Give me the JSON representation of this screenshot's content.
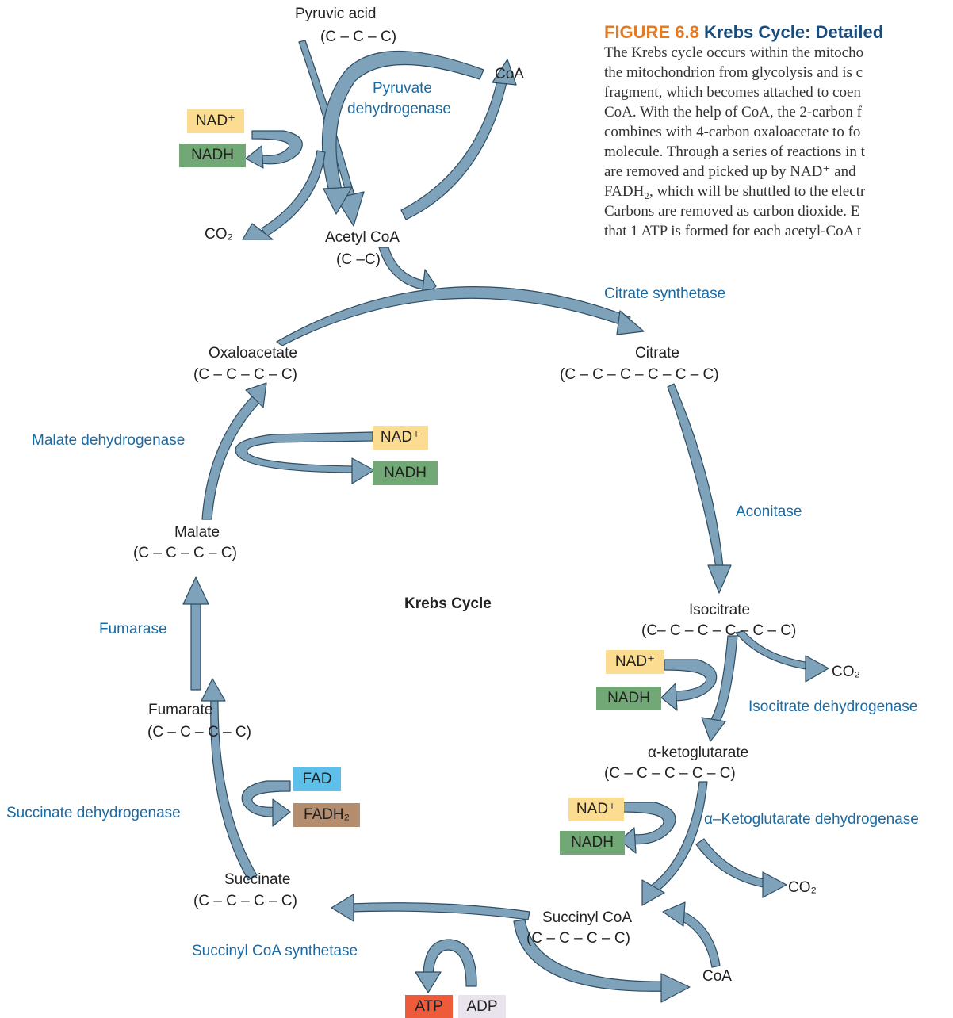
{
  "figure": {
    "number": "FIGURE 6.8",
    "title": "Krebs Cycle: Detailed",
    "caption_lines": [
      "The Krebs cycle occurs within the mitocho",
      "the mitochondrion from glycolysis and is c",
      "fragment, which becomes attached to coen",
      "CoA. With the help of CoA, the 2-carbon f",
      "combines with 4-carbon oxaloacetate to fo",
      "molecule. Through a series of reactions in t",
      "are removed and picked up by NAD⁺ and",
      "FADH₂, which will be shuttled to the electr",
      "Carbons are removed as carbon dioxide. E",
      "that 1 ATP is formed for each acetyl-CoA t"
    ]
  },
  "center_label": "Krebs Cycle",
  "molecules": {
    "pyruvic": {
      "name": "Pyruvic acid",
      "formula": "(C – C – C)"
    },
    "acetyl": {
      "name": "Acetyl CoA",
      "formula": "(C –C)"
    },
    "coa_top": {
      "name": "CoA"
    },
    "co2_top": {
      "name": "CO₂"
    },
    "citrate": {
      "name": "Citrate",
      "formula": "(C – C – C – C – C – C)"
    },
    "isocitrate": {
      "name": "Isocitrate",
      "formula": "(C– C – C – C – C – C)"
    },
    "co2_iso": {
      "name": "CO₂"
    },
    "akg": {
      "name": "α-ketoglutarate",
      "formula": "(C – C – C – C – C)"
    },
    "co2_akg": {
      "name": "CO₂"
    },
    "succinyl": {
      "name": "Succinyl CoA",
      "formula": "(C – C – C – C)"
    },
    "coa_bottom": {
      "name": "CoA"
    },
    "succinate": {
      "name": "Succinate",
      "formula": "(C – C – C – C)"
    },
    "fumarate": {
      "name": "Fumarate",
      "formula": "(C – C – C – C)"
    },
    "malate": {
      "name": "Malate",
      "formula": "(C – C – C – C)"
    },
    "oxaloacetate": {
      "name": "Oxaloacetate",
      "formula": "(C – C – C – C)"
    }
  },
  "enzymes": {
    "pyruvate_dh": [
      "Pyruvate",
      "dehydrogenase"
    ],
    "citrate_synthetase": "Citrate synthetase",
    "aconitase": "Aconitase",
    "isocitrate_dh": "Isocitrate dehydrogenase",
    "akg_dh": "α–Ketoglutarate dehydrogenase",
    "succinyl_coa_synthetase": "Succinyl CoA synthetase",
    "succinate_dh": "Succinate dehydrogenase",
    "fumarase": "Fumarase",
    "malate_dh": "Malate dehydrogenase"
  },
  "cofactors": {
    "nad_plus": "NAD⁺",
    "nadh": "NADH",
    "fad": "FAD",
    "fadh2": "FADH₂",
    "atp": "ATP",
    "adp": "ADP"
  },
  "colors": {
    "arrow_fill": "#7da2ba",
    "arrow_stroke": "#2f4d63",
    "enzyme_text": "#1b6aa3",
    "figure_number": "#e37b25",
    "figure_title": "#1b4d7c",
    "nad_plus_box": "#fbdc90",
    "nadh_box": "#72a875",
    "fad_box": "#5ec0ea",
    "fadh2_box": "#b48c6e",
    "atp_box": "#ee5b3a",
    "adp_box": "#e9e3ee"
  }
}
